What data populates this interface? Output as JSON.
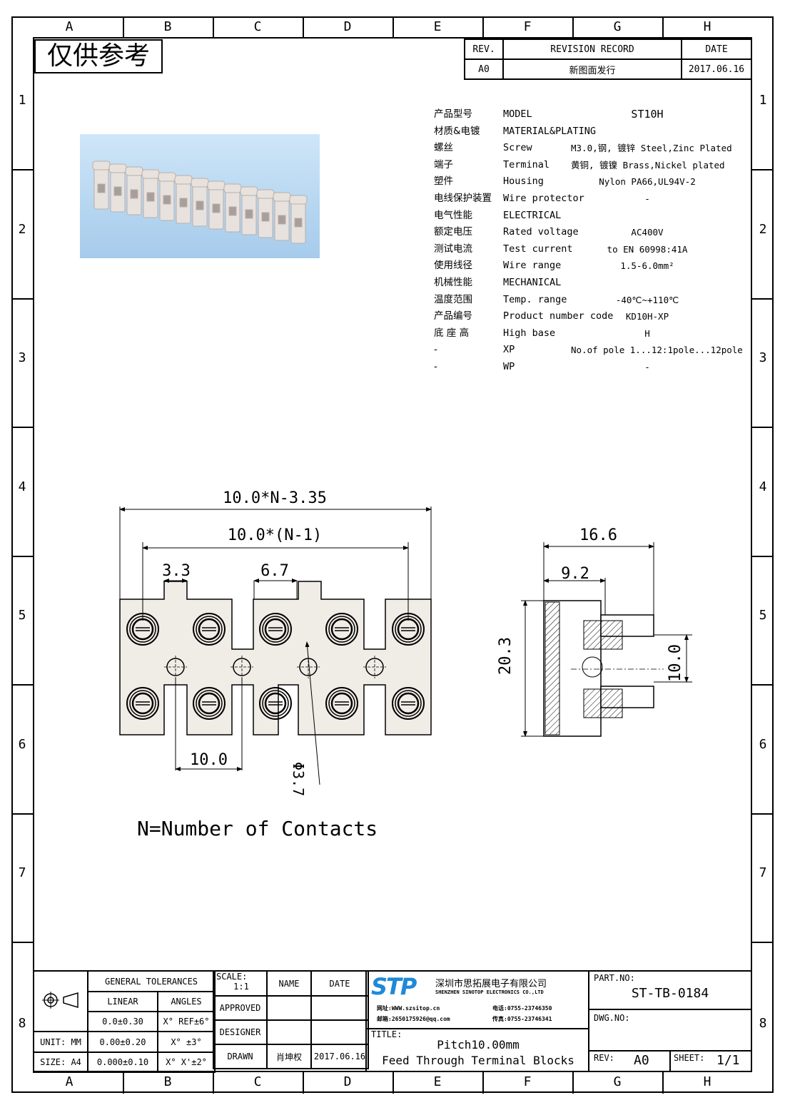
{
  "zones": {
    "letters": [
      "A",
      "B",
      "C",
      "D",
      "E",
      "F",
      "G",
      "H"
    ],
    "numbers": [
      "1",
      "2",
      "3",
      "4",
      "5",
      "6",
      "7",
      "8"
    ]
  },
  "reference_label": "仅供参考",
  "revision": {
    "headers": {
      "rev": "REV.",
      "record": "REVISION RECORD",
      "date": "DATE"
    },
    "rows": [
      {
        "rev": "A0",
        "record": "新图面发行",
        "date": "2017.06.16"
      }
    ]
  },
  "specs": [
    {
      "cn": "产品型号",
      "en": "MODEL",
      "value": "ST10H"
    },
    {
      "cn": "材质&电镀",
      "en": "MATERIAL&PLATING",
      "value": ""
    },
    {
      "cn": "螺丝",
      "en": "Screw",
      "value": "M3.0,钢, 镀锌 Steel,Zinc Plated"
    },
    {
      "cn": "端子",
      "en": "Terminal",
      "value": "黄铜, 镀镍 Brass,Nickel plated"
    },
    {
      "cn": "塑件",
      "en": "Housing",
      "value": "Nylon PA66,UL94V-2"
    },
    {
      "cn": "电线保护装置",
      "en": "Wire protector",
      "value": "-"
    },
    {
      "cn": "电气性能",
      "en": "ELECTRICAL",
      "value": ""
    },
    {
      "cn": "额定电压",
      "en": "Rated voltage",
      "value": "AC400V"
    },
    {
      "cn": "测试电流",
      "en": "Test current",
      "value": "to EN 60998:41A"
    },
    {
      "cn": "使用线径",
      "en": "Wire range",
      "value": "1.5-6.0mm²"
    },
    {
      "cn": "机械性能",
      "en": "MECHANICAL",
      "value": ""
    },
    {
      "cn": "温度范围",
      "en": "Temp. range",
      "value": "-40℃~+110℃"
    },
    {
      "cn": "产品编号",
      "en": "Product number code",
      "value": "KD10H-XP"
    },
    {
      "cn": "底 座 高",
      "en": "High base",
      "value": "H"
    },
    {
      "cn": "-",
      "en": "XP",
      "value": "No.of pole 1...12:1pole...12pole"
    },
    {
      "cn": "-",
      "en": "WP",
      "value": "-"
    }
  ],
  "dimensions": {
    "overall": "10.0*N-3.35",
    "pitch_span": "10.0*(N-1)",
    "slot_small": "3.3",
    "slot_large": "6.7",
    "pitch": "10.0",
    "hole": "Φ3.7",
    "side_depth": "16.6",
    "side_inner": "9.2",
    "side_height": "20.3",
    "side_spacing": "10.0"
  },
  "note": "N=Number of Contacts",
  "title_block": {
    "general_tolerances": "GENERAL TOLERANCES",
    "linear": "LINEAR",
    "angles": "ANGLES",
    "tol_rows": [
      {
        "linear": "0.0±0.30",
        "angle": "X° REF±6°"
      },
      {
        "linear": "0.00±0.20",
        "angle": "X° ±3°"
      },
      {
        "linear": "0.000±0.10",
        "angle": "X° X'±2°"
      }
    ],
    "unit_label": "UNIT: MM",
    "size_label": "SIZE: A4",
    "scale_label": "SCALE:",
    "scale_value": "1:1",
    "name_label": "NAME",
    "date_label": "DATE",
    "approved": "APPROVED",
    "designer": "DESIGNER",
    "drawn": "DRAWN",
    "drawn_name": "肖坤权",
    "drawn_date": "2017.06.16",
    "company_logo": "STP",
    "company_cn": "深圳市思拓展电子有限公司",
    "company_en": "SHENZHEN SINOTOP ELECTRONICS CO.,LTD",
    "web_label": "网址:",
    "web": "WWW.szsitop.cn",
    "mail_label": "邮箱:",
    "mail": "2650175926@qq.com",
    "tel_label": "电话:",
    "tel": "0755-23746350",
    "fax_label": "传真:",
    "fax": "0755-23746341",
    "title_label": "TITLE:",
    "title_line1": "Pitch10.00mm",
    "title_line2": "Feed Through Terminal Blocks",
    "part_no_label": "PART.NO:",
    "part_no": "ST-TB-0184",
    "dwg_no_label": "DWG.NO:",
    "rev_label": "REV:",
    "rev_value": "A0",
    "sheet_label": "SHEET:",
    "sheet_value": "1/1"
  },
  "colors": {
    "line": "#000000",
    "photo_bg": "#b7d7f1",
    "logo": "#1e8ad6",
    "housing": "#f0ece6"
  }
}
